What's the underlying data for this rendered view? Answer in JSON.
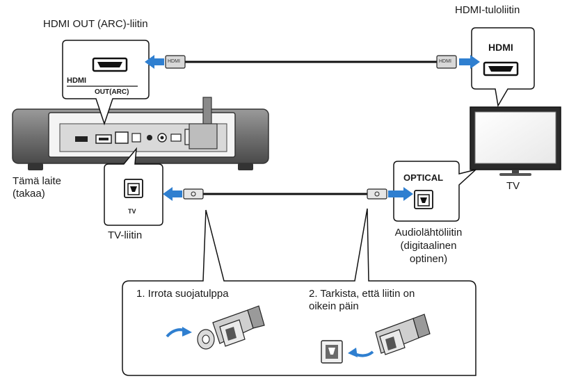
{
  "labels": {
    "hdmi_out_arc": "HDMI OUT (ARC)-liitin",
    "hdmi_input": "HDMI-tuloliitin",
    "this_unit": [
      "Tämä laite",
      "(takaa)"
    ],
    "tv": "TV",
    "tv_connector": "TV-liitin",
    "audio_output": [
      "Audiolähtöliitin",
      "(digitaalinen",
      "optinen)"
    ]
  },
  "callouts": {
    "hdmi_out_port_line1": "HDMI",
    "hdmi_out_port_line2": "OUT(ARC)",
    "tv_hdmi_port": "HDMI",
    "optical_port": "OPTICAL",
    "tv_optical_port": "TV"
  },
  "connectors": {
    "hdmi_plug_text": "HDMI"
  },
  "steps": [
    {
      "text": "1. Irrota suojatulppa"
    },
    {
      "text": "2. Tarkista, että liitin on\noikein päin"
    }
  ],
  "colors": {
    "arrow": "#2f7fd0",
    "line": "#1a1a1a",
    "device": "#6e6e6e",
    "device_dark": "#3a3a3a"
  }
}
